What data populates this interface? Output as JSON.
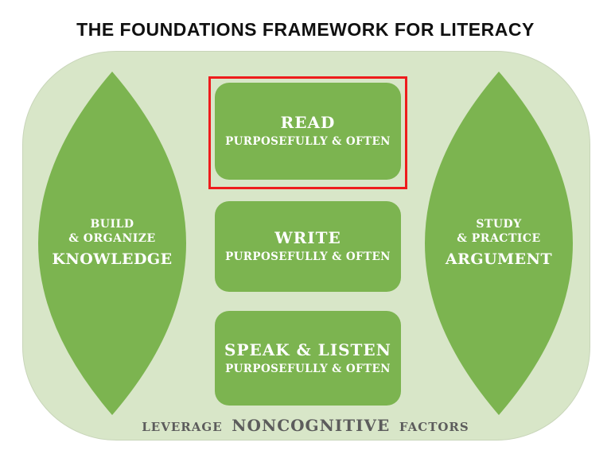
{
  "title": "THE FOUNDATIONS FRAMEWORK FOR LITERACY",
  "left_leaf": {
    "line1": "BUILD",
    "line2": "& ORGANIZE",
    "line3": "KNOWLEDGE"
  },
  "right_leaf": {
    "line1": "STUDY",
    "line2": "& PRACTICE",
    "line3": "ARGUMENT"
  },
  "boxes": [
    {
      "title": "READ",
      "subtitle": "PURPOSEFULLY & OFTEN",
      "highlighted": true
    },
    {
      "title": "WRITE",
      "subtitle": "PURPOSEFULLY & OFTEN",
      "highlighted": false
    },
    {
      "title": "SPEAK & LISTEN",
      "subtitle": "PURPOSEFULLY & OFTEN",
      "highlighted": false
    }
  ],
  "footer": {
    "prefix": "LEVERAGE",
    "emphasis": "NONCOGNITIVE",
    "suffix": "FACTORS"
  },
  "colors": {
    "green": "#7cb450",
    "light_green": "#d8e6c8",
    "highlight_red": "#ee1c1c",
    "footer_text": "#5c5c5c",
    "title_text": "#101010",
    "box_text": "#ffffff"
  }
}
